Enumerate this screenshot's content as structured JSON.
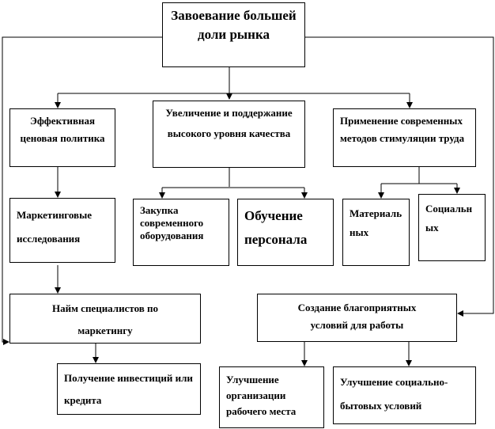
{
  "nodes": {
    "goal": "Завоевание большей доли рынка",
    "price": "Эффективная ценовая политика",
    "quality": "Увеличение и поддержание высокого уровня качества",
    "stimulus": "Применение современных методов стимуляции труда",
    "marketing": "Маркетинговые исследования",
    "equipment": "Закупка современного оборудования",
    "training": "Обучение персонала",
    "material": "Материальных",
    "social": "Социальных",
    "hire": "Найм специалистов по маркетингу",
    "conditions": "Создание благоприятных условий для работы",
    "investment": "Получение инвестиций или кредита",
    "workplace": "Улучшение организации рабочего места",
    "living": "Улучшение социально-бытовых условий"
  }
}
